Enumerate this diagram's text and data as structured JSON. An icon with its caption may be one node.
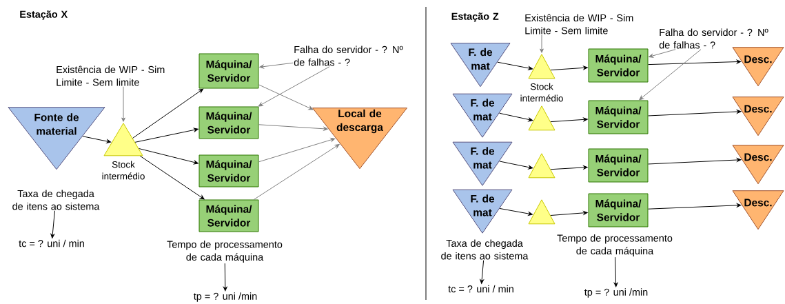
{
  "diagram": {
    "nodes": [
      {
        "text": [
          "Fonte de material"
        ]
      },
      {
        "text": [],
        "shape": "triangle"
      },
      {
        "text": [
          "Máquina/ Servidor"
        ]
      },
      {
        "text": [
          "Máquina/ Servidor"
        ]
      },
      {
        "text": [
          "Máquina/ Servidor"
        ]
      },
      {
        "text": [
          "Máquina/ Servidor"
        ]
      },
      {
        "text": [
          "Local de descarga"
        ]
      },
      {
        "text": [
          "Existência de WIP - Sim Limite - Sem limite"
        ]
      },
      {
        "text": [
          "Falha do servidor - ? Nº de falhas - ?"
        ]
      },
      {
        "text": [
          "Taxa de chegada de itens ao sistema"
        ]
      },
      {
        "text": [
          "tc = ? uni / min"
        ]
      },
      {
        "text": [
          "Tempo de processamento de cada máquina"
        ]
      },
      {
        "text": [
          "tp = ? uni /min"
        ]
      },
      {
        "text": [
          "F. de mat"
        ]
      },
      {
        "text": [
          "F. de mat"
        ]
      },
      {
        "text": [
          "F. de mat"
        ]
      },
      {
        "text": [
          "F. de mat"
        ]
      },
      {
        "text": [],
        "shape": "triangle"
      },
      {
        "text": [],
        "shape": "triangle"
      },
      {
        "text": [],
        "shape": "triangle"
      },
      {
        "text": [],
        "shape": "triangle"
      },
      {
        "text": [
          "Máquina/ Servidor"
        ]
      },
      {
        "text": [
          "Máquina/ Servidor"
        ]
      },
      {
        "text": [
          "Máquina/ Servidor"
        ]
      },
      {
        "text": [
          "Máquina/ Servidor"
        ]
      },
      {
        "text": [
          "Desc."
        ]
      },
      {
        "text": [
          "Desc."
        ]
      },
      {
        "text": [
          "Desc."
        ]
      },
      {
        "text": [
          "Desc."
        ]
      },
      {
        "text": [
          "Existência de WIP - Sim Limite - Sem limite"
        ]
      },
      {
        "text": [
          "Falha do servidor - ? Nº de falhas - ?"
        ]
      },
      {
        "text": [
          "Taxa de chegada de itens ao sistema"
        ]
      },
      {
        "text": [
          "tc = ? uni / min"
        ]
      },
      {
        "text": [
          "Tempo de processamento de cada máquina"
        ]
      },
      {
        "text": [
          "tp = ? uni /min"
        ]
      }
    ],
    "edges": [
      {
        "from": 0,
        "to": 1,
        "arrow": "to"
      },
      {
        "from": 1,
        "to": 2,
        "arrow": "to"
      },
      {
        "from": 1,
        "to": 3,
        "arrow": "to"
      },
      {
        "from": 1,
        "to": 4,
        "arrow": "to"
      },
      {
        "from": 1,
        "to": 5,
        "arrow": "to"
      },
      {
        "from": 2,
        "to": 6,
        "arrow": "to",
        "color": "#808080"
      },
      {
        "from": 3,
        "to": 6,
        "arrow": "to",
        "color": "#808080"
      },
      {
        "from": 4,
        "to": 6,
        "arrow": "to",
        "color": "#808080"
      },
      {
        "from": 5,
        "to": 6,
        "arrow": "to",
        "color": "#808080"
      },
      {
        "from": 7,
        "to": 1,
        "arrow": "to",
        "color": "#808080"
      },
      {
        "from": 8,
        "to": 2,
        "arrow": "to",
        "color": "#808080"
      },
      {
        "from": 8,
        "to": 3,
        "arrow": "to",
        "color": "#808080"
      },
      {
        "from": 9,
        "to": 10,
        "arrow": "to"
      },
      {
        "from": 11,
        "to": 12,
        "arrow": "to"
      },
      {
        "from": 13,
        "to": 17,
        "arrow": "to"
      },
      {
        "from": 17,
        "to": 21,
        "arrow": "to"
      },
      {
        "from": 21,
        "to": 25,
        "arrow": "to"
      },
      {
        "from": 14,
        "to": 18,
        "arrow": "to"
      },
      {
        "from": 18,
        "to": 22,
        "arrow": "to"
      },
      {
        "from": 22,
        "to": 26,
        "arrow": "to"
      },
      {
        "from": 15,
        "to": 19,
        "arrow": "to"
      },
      {
        "from": 19,
        "to": 23,
        "arrow": "to"
      },
      {
        "from": 23,
        "to": 27,
        "arrow": "to"
      },
      {
        "from": 16,
        "to": 20,
        "arrow": "to"
      },
      {
        "from": 20,
        "to": 24,
        "arrow": "to"
      },
      {
        "from": 24,
        "to": 28,
        "arrow": "to"
      },
      {
        "from": 29,
        "to": 17,
        "arrow": "to",
        "color": "#808080"
      },
      {
        "from": 30,
        "to": 21,
        "arrow": "to",
        "color": "#808080"
      },
      {
        "from": 30,
        "to": 22,
        "arrow": "to",
        "color": "#808080"
      },
      {
        "from": 31,
        "to": 32,
        "arrow": "to"
      },
      {
        "from": 33,
        "to": 34,
        "arrow": "to"
      }
    ],
    "labels": [
      "Estação X",
      "Stock intermédio",
      "Estação Z",
      "Stock intermédio"
    ]
  }
}
